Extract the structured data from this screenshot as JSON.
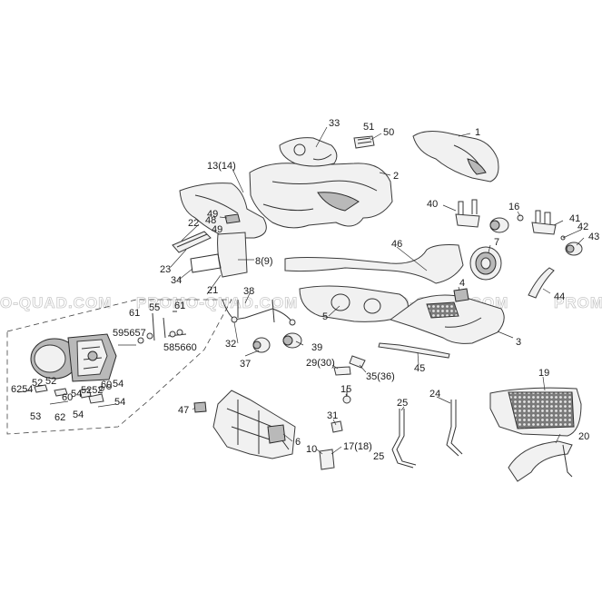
{
  "watermark": {
    "left": "O-QUAD.COM",
    "center": "PROMO-QUAD.COM",
    "right_a": "PROMO-QUAD.COM",
    "right_b": "PROMO"
  },
  "labels": {
    "p1": "1",
    "p2": "2",
    "p3": "3",
    "p4": "4",
    "p5": "5",
    "p6": "6",
    "p7": "7",
    "p8_9": "8(9)",
    "p10": "10",
    "p13_14": "13(14)",
    "p15": "15",
    "p16": "16",
    "p17_18": "17(18)",
    "p19": "19",
    "p20": "20",
    "p21": "21",
    "p22": "22",
    "p23": "23",
    "p24": "24",
    "p25a": "25",
    "p25b": "25",
    "p29_30": "29(30)",
    "p31": "31",
    "p32": "32",
    "p33": "33",
    "p34": "34",
    "p35_36": "35(36)",
    "p37": "37",
    "p38": "38",
    "p39": "39",
    "p40": "40",
    "p41": "41",
    "p42": "42",
    "p43": "43",
    "p44": "44",
    "p45": "45",
    "p46": "46",
    "p47": "47",
    "p48": "48",
    "p49a": "49",
    "p49b": "49",
    "p50": "50",
    "p51": "51",
    "p52a": "52",
    "p52b": "52",
    "p52c": "5252",
    "p53": "53",
    "p54a": "54",
    "p54b": "54",
    "p54c": "54",
    "p54d": "54",
    "p55": "55",
    "p58_60": "585660",
    "p59_57": "595657",
    "p60": "60",
    "p60b": "60",
    "p61a": "61",
    "p61b": "61",
    "p62": "62",
    "p62_54": "6254"
  }
}
